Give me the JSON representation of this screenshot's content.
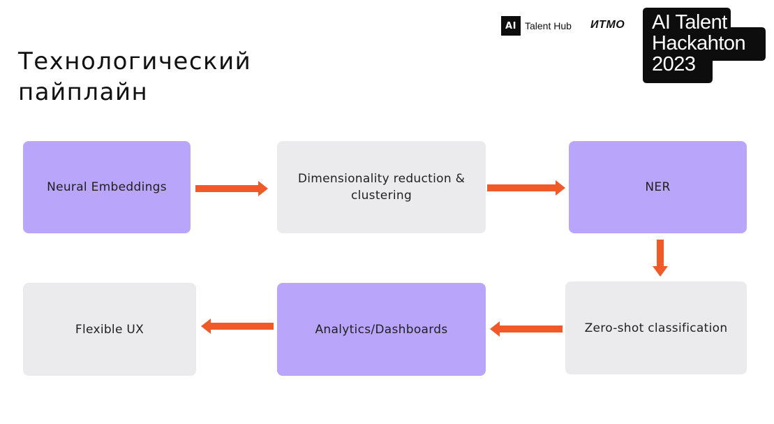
{
  "header": {
    "title_line1": "Технологический",
    "title_line2": "пайплайн"
  },
  "logos": {
    "talent_hub_badge": "AI",
    "talent_hub_text": "Talent Hub",
    "itmo_text": "ИТМО",
    "hackathon_line1": "AI Talent",
    "hackathon_line2": "Hackahton",
    "hackathon_line3": "2023"
  },
  "pipeline": {
    "steps": [
      {
        "label": "Neural Embeddings",
        "style": "purple"
      },
      {
        "label": "Dimensionality reduction & clustering",
        "style": "gray"
      },
      {
        "label": "NER",
        "style": "purple"
      },
      {
        "label": "Zero-shot classification",
        "style": "gray"
      },
      {
        "label": "Analytics/Dashboards",
        "style": "purple"
      },
      {
        "label": "Flexible UX",
        "style": "gray"
      }
    ],
    "edges": [
      {
        "from": "Neural Embeddings",
        "to": "Dimensionality reduction & clustering"
      },
      {
        "from": "Dimensionality reduction & clustering",
        "to": "NER"
      },
      {
        "from": "NER",
        "to": "Zero-shot classification"
      },
      {
        "from": "Zero-shot classification",
        "to": "Analytics/Dashboards"
      },
      {
        "from": "Analytics/Dashboards",
        "to": "Flexible UX"
      }
    ]
  },
  "colors": {
    "purple_box": "#b9a6fb",
    "gray_box": "#ebebee",
    "arrow": "#f05a28",
    "logo_black": "#0d0d0d"
  }
}
